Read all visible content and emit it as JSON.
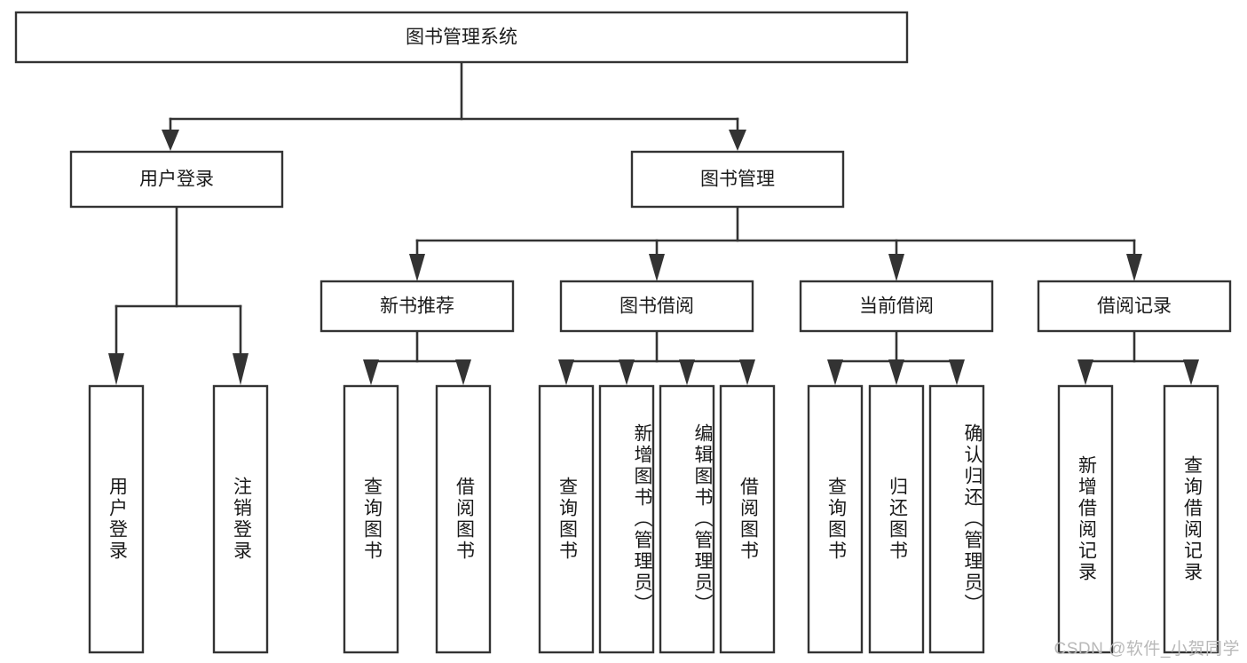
{
  "diagram": {
    "title": "图书管理系统",
    "watermark": "CSDN @软件_小贺同学",
    "colors": {
      "stroke": "#333333",
      "box_fill": "#ffffff",
      "text": "#1a1a1a",
      "background": "#ffffff",
      "watermark": "#b9b9b9"
    },
    "root": {
      "label": "图书管理系统"
    },
    "level2": [
      {
        "label": "用户登录"
      },
      {
        "label": "图书管理"
      }
    ],
    "level3": [
      {
        "label": "新书推荐"
      },
      {
        "label": "图书借阅"
      },
      {
        "label": "当前借阅"
      },
      {
        "label": "借阅记录"
      }
    ],
    "leaves": {
      "user_login": [
        {
          "label": "用户登录"
        },
        {
          "label": "注销登录"
        }
      ],
      "new_book": [
        {
          "label": "查询图书"
        },
        {
          "label": "借阅图书"
        }
      ],
      "book_borrow": [
        {
          "label": "查询图书"
        },
        {
          "label": "新增图书（管理员）"
        },
        {
          "label": "编辑图书（管理员）"
        },
        {
          "label": "借阅图书"
        }
      ],
      "current_borrow": [
        {
          "label": "查询图书"
        },
        {
          "label": "归还图书"
        },
        {
          "label": "确认归还（管理员）"
        }
      ],
      "borrow_record": [
        {
          "label": "新增借阅记录"
        },
        {
          "label": "查询借阅记录"
        }
      ]
    }
  }
}
